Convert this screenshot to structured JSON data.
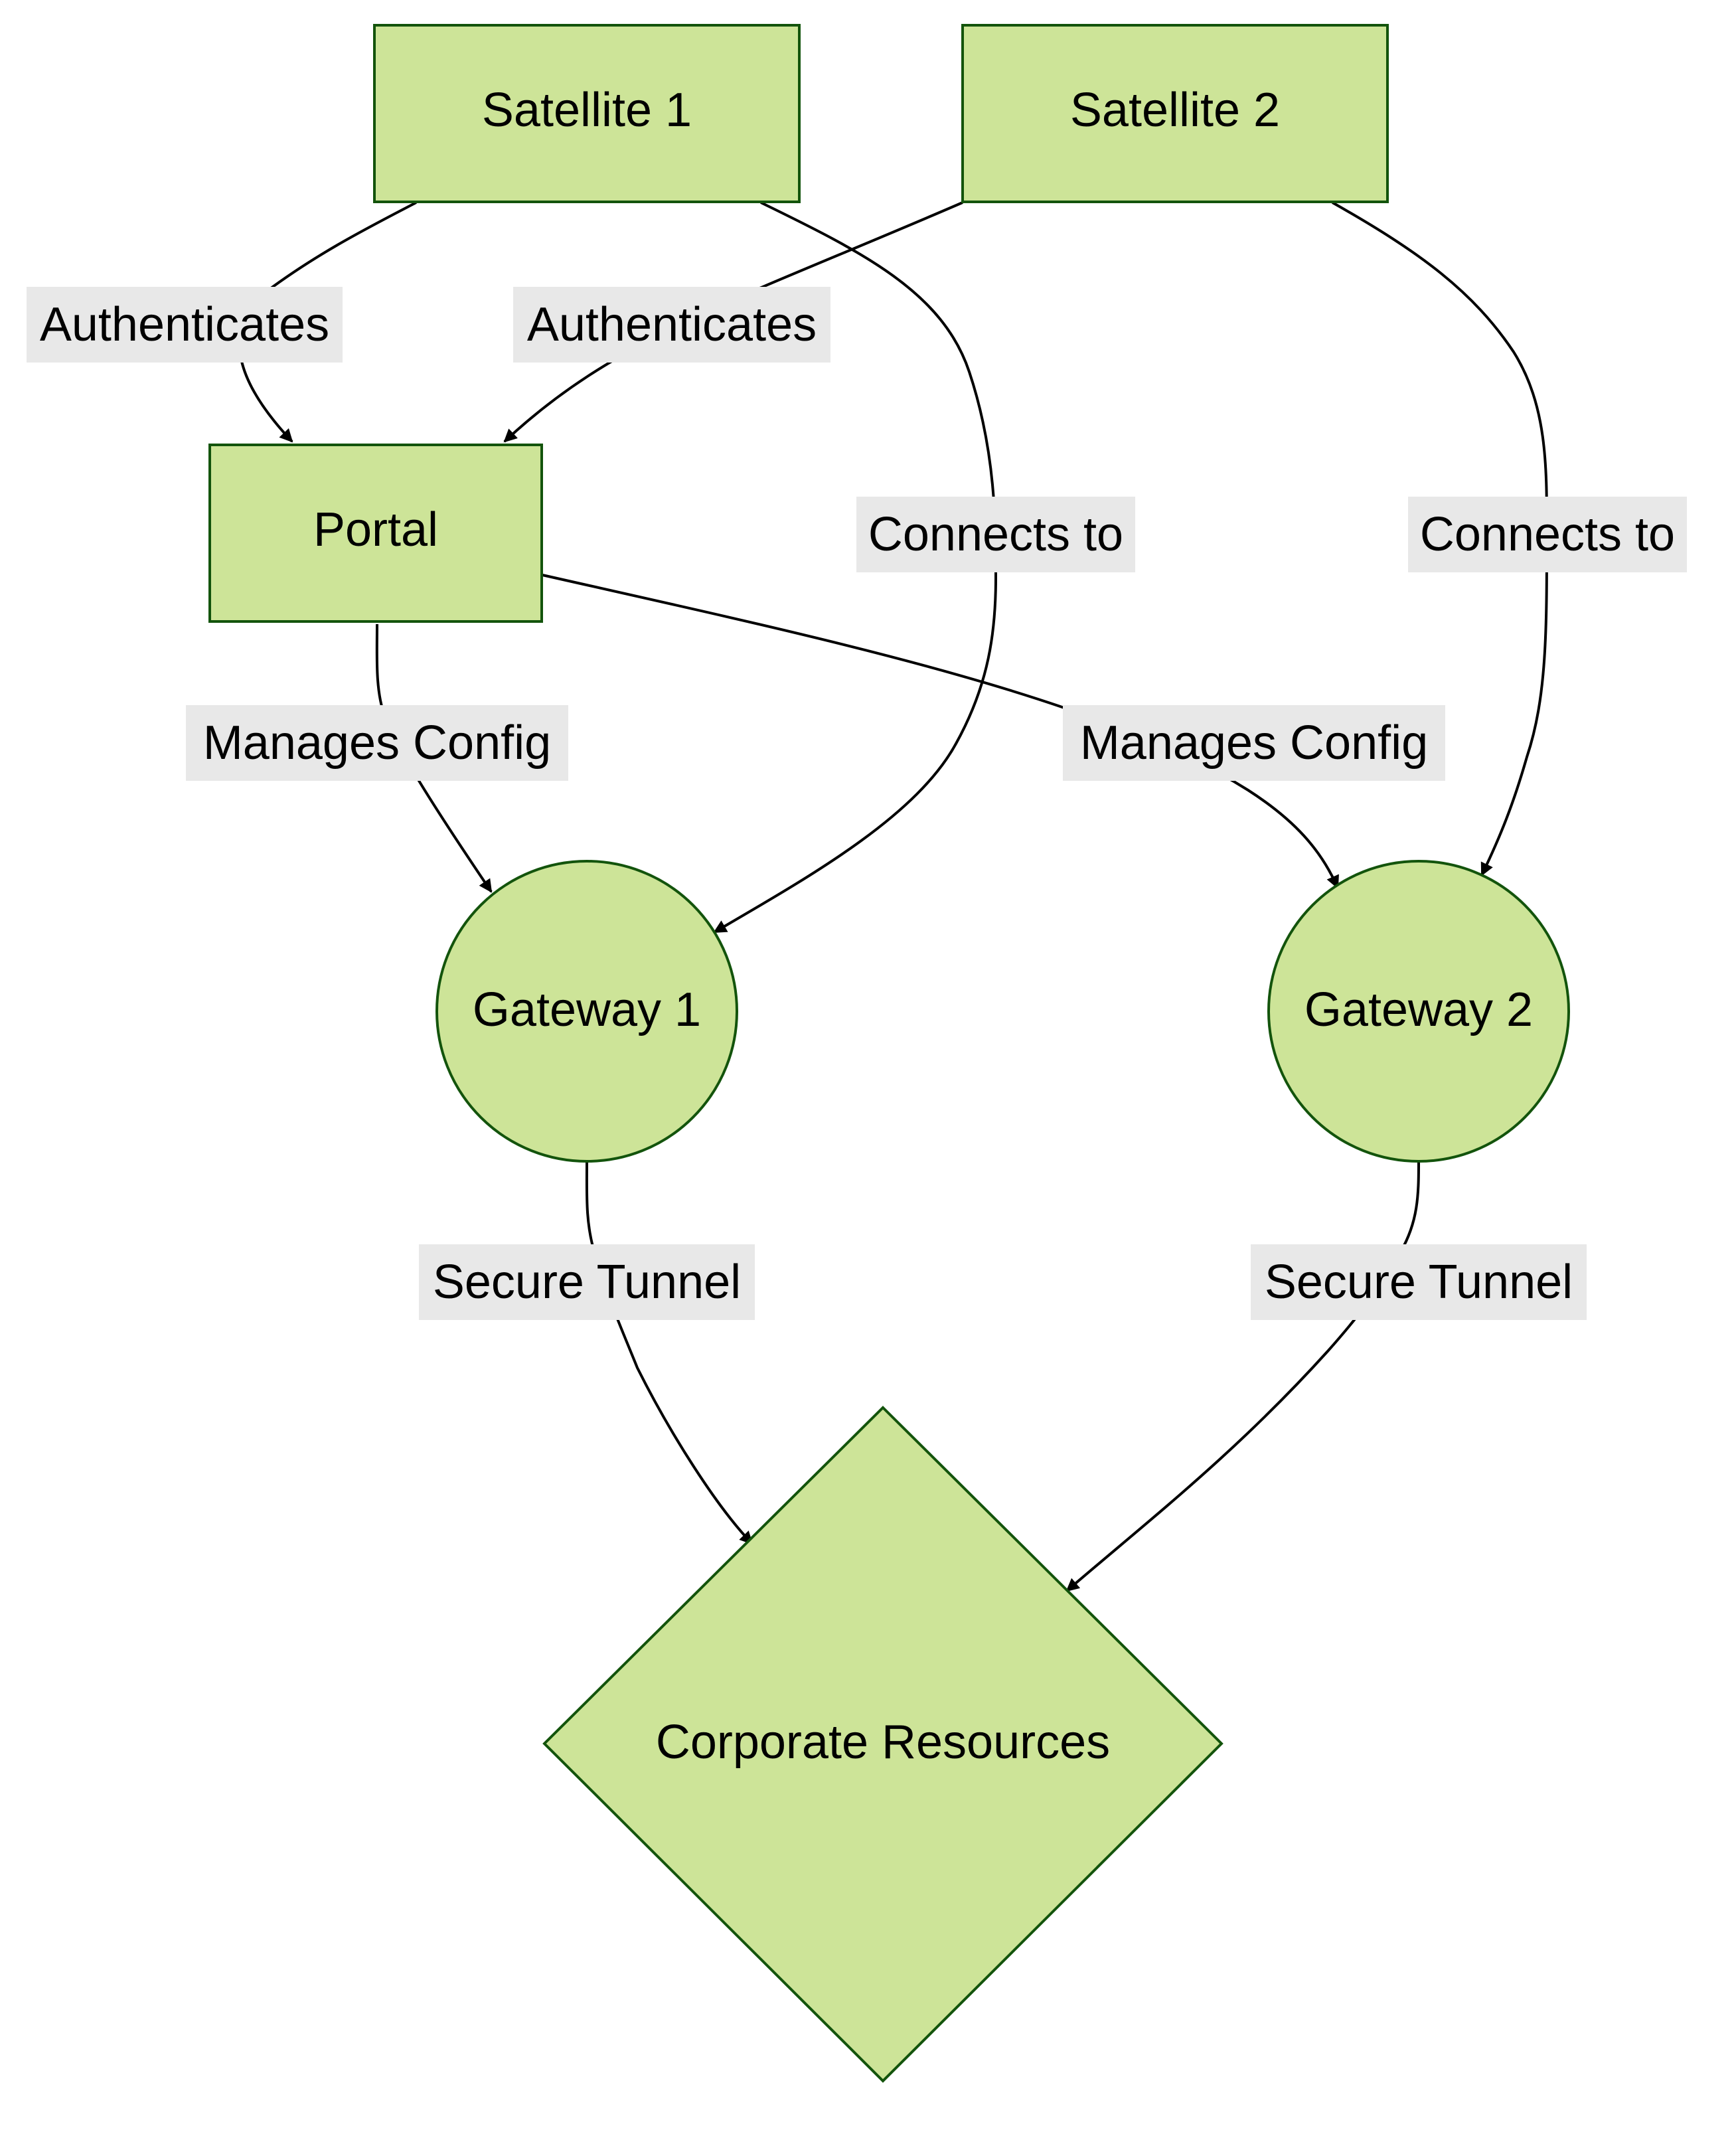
{
  "colors": {
    "node_fill": "#cde498",
    "node_stroke": "#13540c",
    "edge_stroke": "#000000",
    "label_background": "#e8e8e8"
  },
  "nodes": {
    "satellite1": {
      "label": "Satellite 1",
      "shape": "rectangle"
    },
    "satellite2": {
      "label": "Satellite 2",
      "shape": "rectangle"
    },
    "portal": {
      "label": "Portal",
      "shape": "rectangle"
    },
    "gateway1": {
      "label": "Gateway 1",
      "shape": "circle"
    },
    "gateway2": {
      "label": "Gateway 2",
      "shape": "circle"
    },
    "corporate": {
      "label": "Corporate Resources",
      "shape": "diamond"
    }
  },
  "edges": {
    "sat1_portal": {
      "from": "Satellite 1",
      "to": "Portal",
      "label": "Authenticates"
    },
    "sat2_portal": {
      "from": "Satellite 2",
      "to": "Portal",
      "label": "Authenticates"
    },
    "sat1_gw1": {
      "from": "Satellite 1",
      "to": "Gateway 1",
      "label": "Connects to"
    },
    "sat2_gw2": {
      "from": "Satellite 2",
      "to": "Gateway 2",
      "label": "Connects to"
    },
    "portal_gw1": {
      "from": "Portal",
      "to": "Gateway 1",
      "label": "Manages Config"
    },
    "portal_gw2": {
      "from": "Portal",
      "to": "Gateway 2",
      "label": "Manages Config"
    },
    "gw1_corp": {
      "from": "Gateway 1",
      "to": "Corporate Resources",
      "label": "Secure Tunnel"
    },
    "gw2_corp": {
      "from": "Gateway 2",
      "to": "Corporate Resources",
      "label": "Secure Tunnel"
    }
  }
}
